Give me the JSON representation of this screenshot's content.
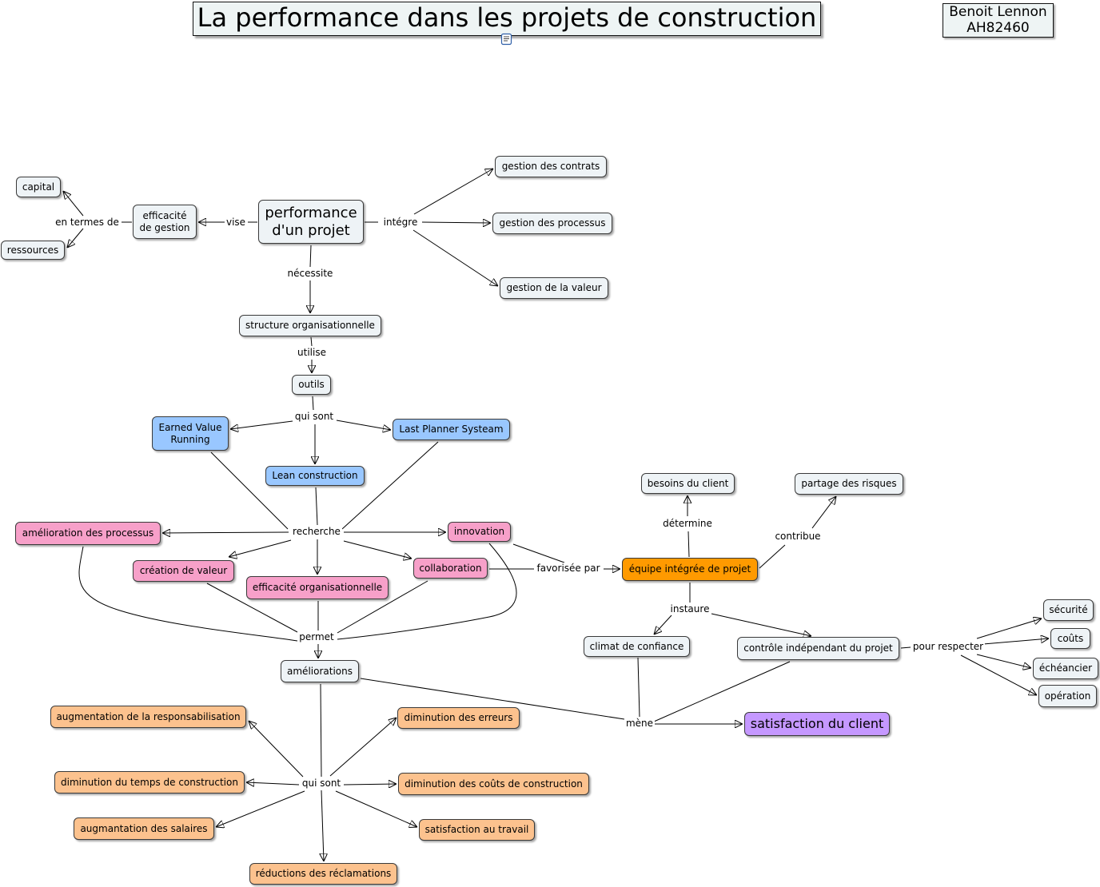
{
  "title": "La performance dans les projets de construction",
  "author": {
    "name": "Benoit Lennon",
    "id": "AH82460"
  },
  "concepts": {
    "performance": "performance\nd'un projet",
    "efficacite_gestion": "efficacité\nde gestion",
    "capital": "capital",
    "ressources": "ressources",
    "gestion_contrats": "gestion des contrats",
    "gestion_processus": "gestion des processus",
    "gestion_valeur": "gestion de la valeur",
    "structure": "structure organisationnelle",
    "outils": "outils",
    "earned_value": "Earned Value\nRunning",
    "lean": "Lean construction",
    "last_planner": "Last Planner Systeam",
    "amelioration_processus": "amélioration des processus",
    "creation_valeur": "création de valeur",
    "efficacite_org": "efficacité organisationnelle",
    "collaboration": "collaboration",
    "innovation": "innovation",
    "equipe": "équipe intégrée de projet",
    "besoins": "besoins du client",
    "partage": "partage des risques",
    "climat": "climat de confiance",
    "controle": "contrôle indépendant du projet",
    "securite": "sécurité",
    "couts": "coûts",
    "echeancier": "échéancier",
    "operation": "opération",
    "ameliorations": "améliorations",
    "satisfaction_client": "satisfaction du client",
    "augmentation_resp": "augmentation de la responsabilisation",
    "diminution_erreurs": "diminution des erreurs",
    "diminution_temps": "diminution du temps de construction",
    "diminution_couts": "diminution des coûts de construction",
    "augmantation_salaires": "augmantation des salaires",
    "satisfaction_travail": "satisfaction au travail",
    "reductions": "réductions des réclamations"
  },
  "links": {
    "vise": "vise",
    "en_termes_de": "en termes de",
    "integre": "intégre",
    "necessite": "nécessite",
    "utilise": "utilise",
    "qui_sont_outils": "qui sont",
    "recherche": "recherche",
    "favorisee_par": "favorisée par",
    "determine": "détermine",
    "contribue": "contribue",
    "instaure": "instaure",
    "pour_respecter": "pour respecter",
    "permet": "permet",
    "mene": "mène",
    "qui_sont_ameliorations": "qui sont"
  },
  "colors": {
    "default": "#eef3f6",
    "title": "#eef4f4",
    "tool": "#99c7ff",
    "goal": "#f7a0c9",
    "team": "#ff9a00",
    "outcome": "#fcc28e",
    "client": "#c598ff"
  }
}
